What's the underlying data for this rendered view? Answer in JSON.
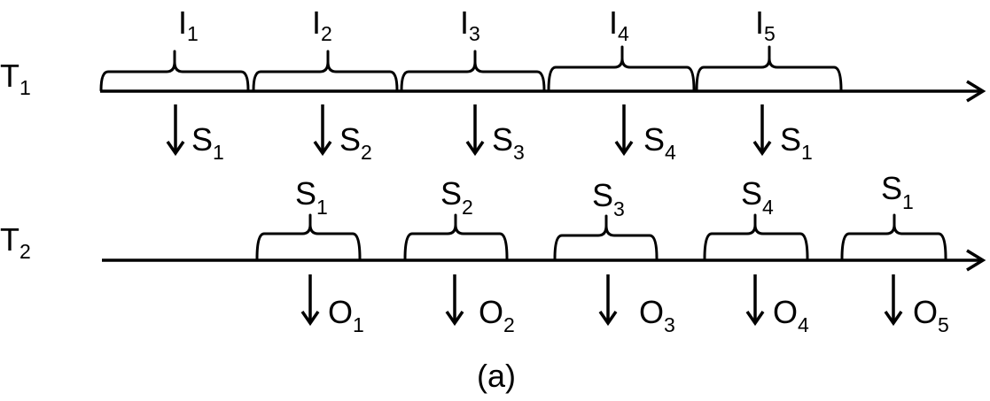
{
  "caption": "(a)",
  "timelines": [
    {
      "id": "t1",
      "label": {
        "main": "T",
        "sub": "1"
      },
      "intervals": [
        {
          "main": "I",
          "sub": "1"
        },
        {
          "main": "I",
          "sub": "2"
        },
        {
          "main": "I",
          "sub": "3"
        },
        {
          "main": "I",
          "sub": "4"
        },
        {
          "main": "I",
          "sub": "5"
        }
      ],
      "outputs": [
        {
          "main": "S",
          "sub": "1"
        },
        {
          "main": "S",
          "sub": "2"
        },
        {
          "main": "S",
          "sub": "3"
        },
        {
          "main": "S",
          "sub": "4"
        },
        {
          "main": "S",
          "sub": "1"
        }
      ]
    },
    {
      "id": "t2",
      "label": {
        "main": "T",
        "sub": "2"
      },
      "intervals": [
        {
          "main": "S",
          "sub": "1"
        },
        {
          "main": "S",
          "sub": "2"
        },
        {
          "main": "S",
          "sub": "3"
        },
        {
          "main": "S",
          "sub": "4"
        },
        {
          "main": "S",
          "sub": "1"
        }
      ],
      "outputs": [
        {
          "main": "O",
          "sub": "1"
        },
        {
          "main": "O",
          "sub": "2"
        },
        {
          "main": "O",
          "sub": "3"
        },
        {
          "main": "O",
          "sub": "4"
        },
        {
          "main": "O",
          "sub": "5"
        }
      ]
    }
  ]
}
